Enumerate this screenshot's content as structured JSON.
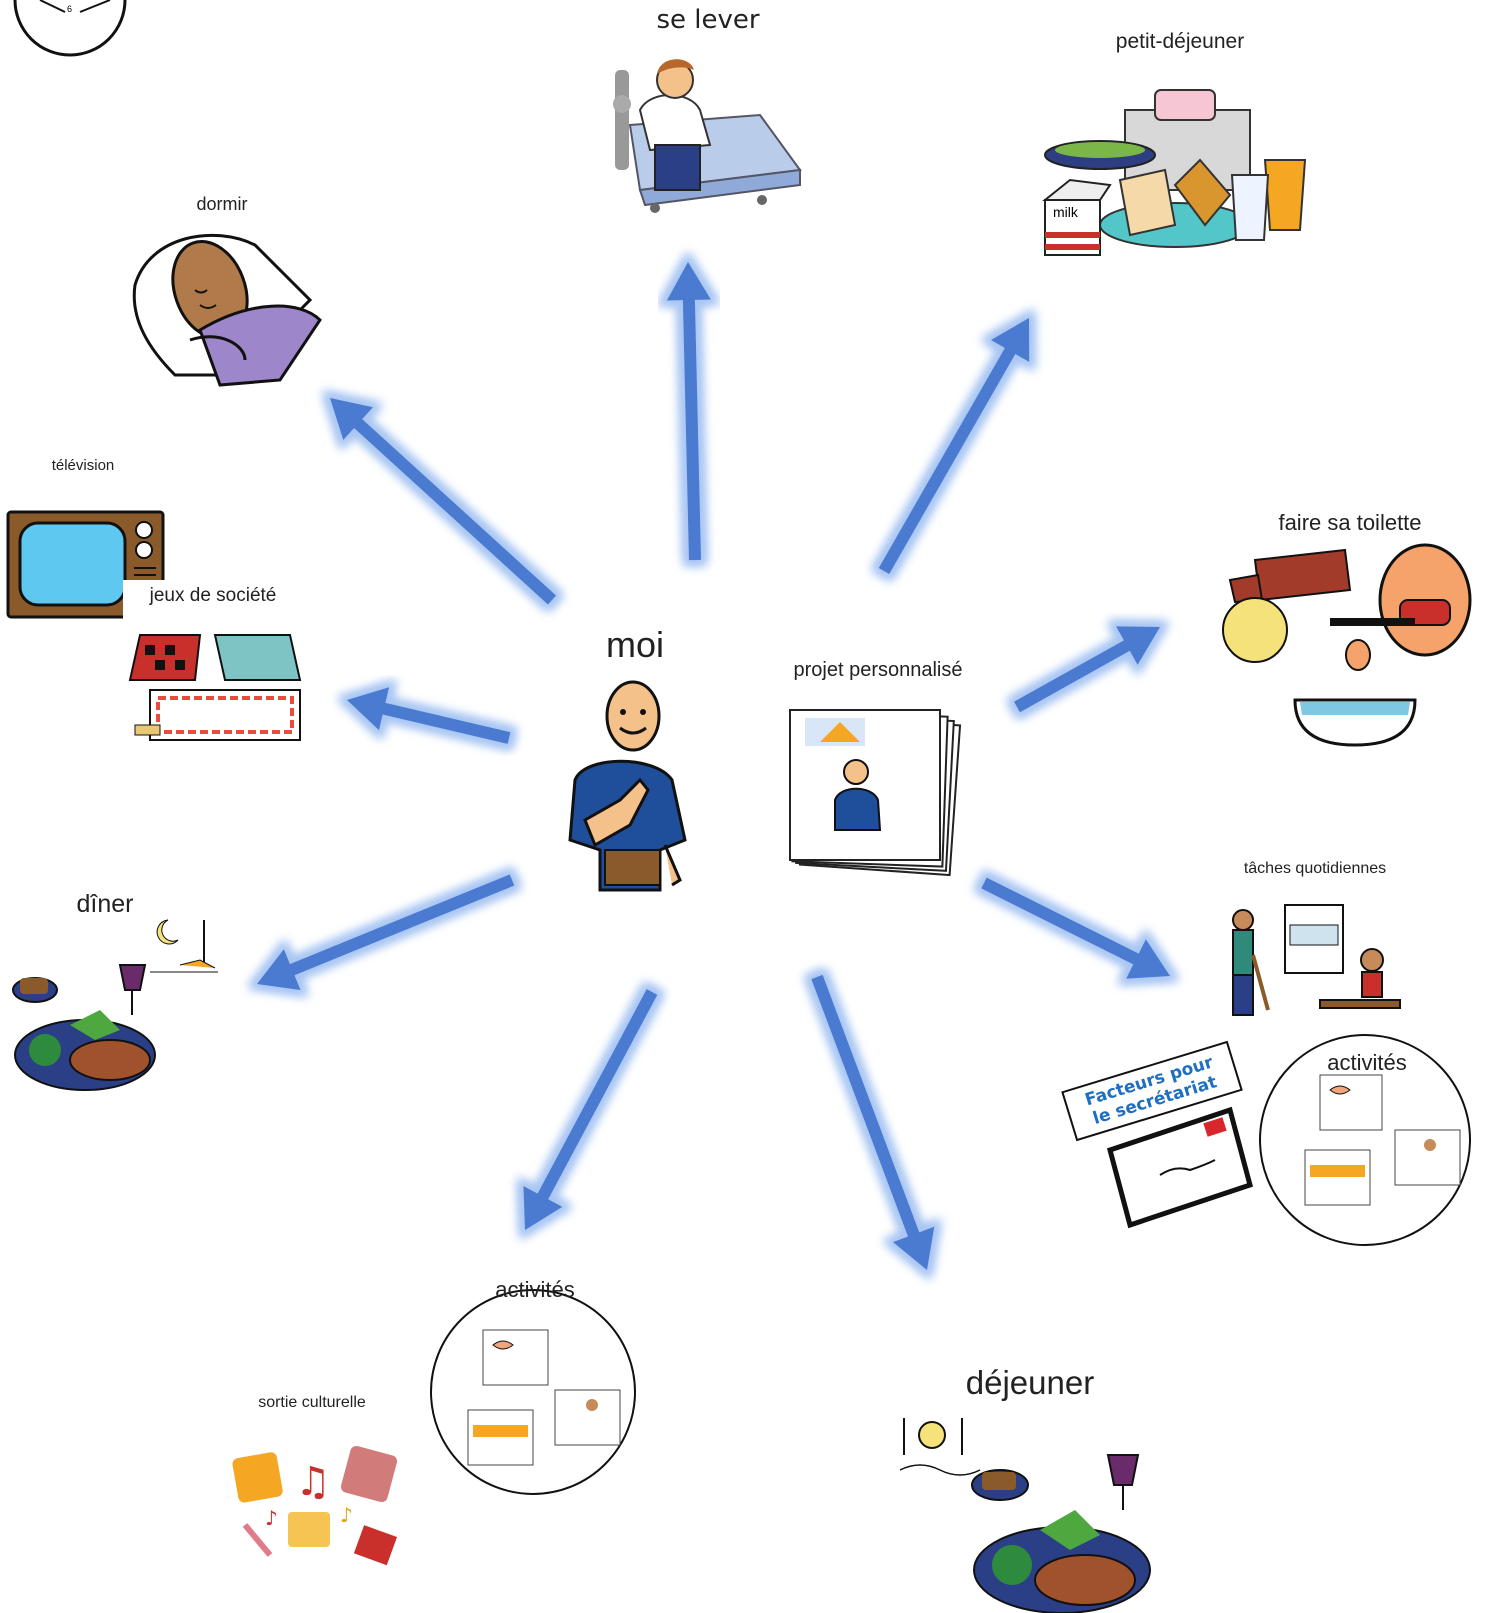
{
  "center": {
    "label": "moi"
  },
  "project": {
    "label": "projet personnalisé"
  },
  "nodes": {
    "se_lever": "se lever",
    "petit_dejeuner": "petit-déjeuner",
    "milk_carton": "milk",
    "dormir": "dormir",
    "television": "télévision",
    "jeux_de_societe": "jeux de société",
    "faire_sa_toilette": "faire sa toilette",
    "taches_quotidiennes": "tâches quotidiennes",
    "diner": "dîner",
    "activites_right": "activités",
    "activites_bottom": "activités",
    "sortie_culturelle": "sortie culturelle",
    "dejeuner": "déjeuner",
    "clock_number": "6"
  },
  "note": {
    "line1": "Facteurs pour",
    "line2": "le secrétariat"
  },
  "colors": {
    "arrow": "#4a7bd0",
    "arrow_glow": "#a9c6f3",
    "shirt": "#1f4e9a",
    "skin": "#f5c18a",
    "brown_skin": "#b07a4a",
    "tv_screen": "#5ec8f0",
    "accent_orange": "#f5a623"
  }
}
